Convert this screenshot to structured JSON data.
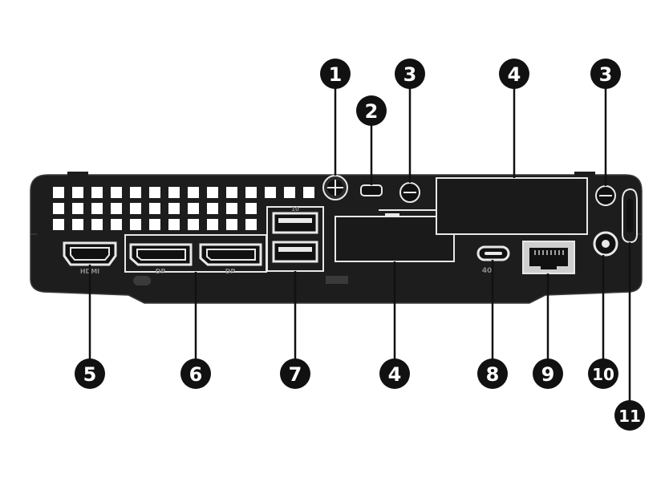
{
  "colors": {
    "chassis": "#1d1d1d",
    "chassis_edge": "#3a3a3a",
    "port_frame": "#e8e8e8",
    "port_inner": "#111111",
    "callout": "#111111",
    "leader": "#111111",
    "label_text": "#8a8a8a"
  },
  "port_labels": {
    "hdmi": "HDMI",
    "dp": "DP",
    "usb_top": "10",
    "usbc_speed": "40"
  },
  "callouts": [
    {
      "id": "c1",
      "number": "1",
      "target": "thumbscrew"
    },
    {
      "id": "c2",
      "number": "2",
      "target": "security-cable-slot"
    },
    {
      "id": "c3a",
      "number": "3",
      "target": "screw-left"
    },
    {
      "id": "c4a",
      "number": "4",
      "target": "io-cover-top"
    },
    {
      "id": "c3b",
      "number": "3",
      "target": "screw-right"
    },
    {
      "id": "c5",
      "number": "5",
      "target": "hdmi-port"
    },
    {
      "id": "c6",
      "number": "6",
      "target": "displayport-connectors"
    },
    {
      "id": "c7",
      "number": "7",
      "target": "usb-ports"
    },
    {
      "id": "c4b",
      "number": "4",
      "target": "io-cover-bottom"
    },
    {
      "id": "c8",
      "number": "8",
      "target": "usb-c-port"
    },
    {
      "id": "c9",
      "number": "9",
      "target": "rj45-port"
    },
    {
      "id": "c10",
      "number": "10",
      "target": "power-connector"
    },
    {
      "id": "c11",
      "number": "11",
      "target": "padlock-loop"
    }
  ]
}
